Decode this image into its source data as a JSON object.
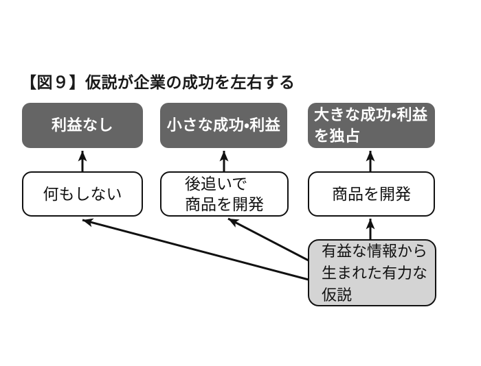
{
  "title": "【図９】仮説が企業の成功を左右する",
  "nodes": {
    "outcomes": [
      {
        "id": "no-profit",
        "label": "利益なし"
      },
      {
        "id": "small-success",
        "label": "小さな成功・利益"
      },
      {
        "id": "big-success",
        "label": "大きな成功・利益\nを独占"
      }
    ],
    "actions": [
      {
        "id": "do-nothing",
        "label": "何もしない"
      },
      {
        "id": "follow-develop",
        "label": "後追いで\n商品を開発"
      },
      {
        "id": "develop-product",
        "label": "商品を開発"
      }
    ],
    "hypothesis": {
      "id": "hypothesis",
      "label": "有益な情報から\n生まれた有力な\n仮説"
    }
  },
  "edges": [
    {
      "from": "do-nothing",
      "to": "no-profit"
    },
    {
      "from": "follow-develop",
      "to": "small-success"
    },
    {
      "from": "develop-product",
      "to": "big-success"
    },
    {
      "from": "hypothesis",
      "to": "develop-product"
    },
    {
      "from": "hypothesis",
      "to": "follow-develop"
    },
    {
      "from": "hypothesis",
      "to": "do-nothing"
    }
  ],
  "colors": {
    "outcome_fill": "#656565",
    "outcome_text": "#ffffff",
    "action_fill": "#ffffff",
    "node_border": "#111111",
    "hypothesis_fill": "#d4d4d4",
    "arrow": "#111111",
    "title_text": "#1a1a1a",
    "background": "#ffffff"
  }
}
